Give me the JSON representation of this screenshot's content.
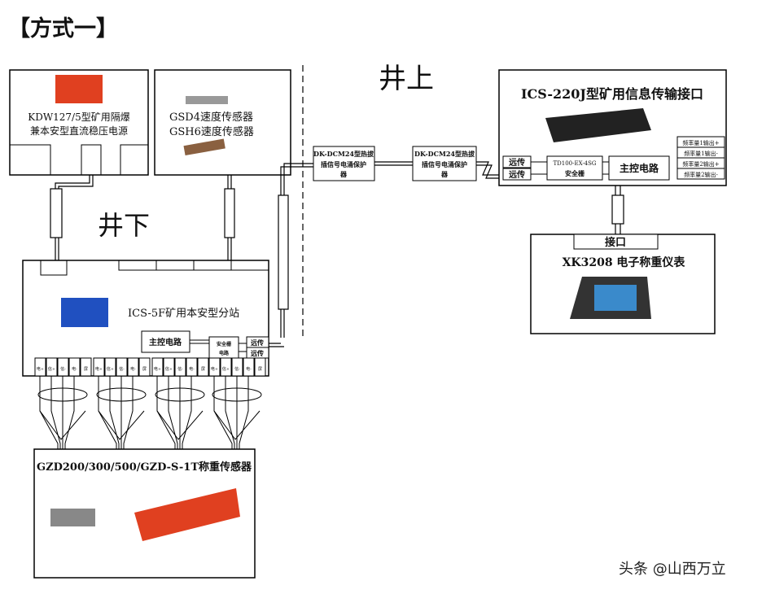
{
  "title": "【方式一】",
  "zones": {
    "above": "井上",
    "below": "井下"
  },
  "power_supply": {
    "line1": "KDW127/5型矿用隔爆",
    "line2": "兼本安型直流稳压电源"
  },
  "speed_sensor": {
    "line1": "GSD4速度传感器",
    "line2": "GSH6速度传感器"
  },
  "protector": {
    "line1": "DK-DCM24型热拔",
    "line2": "插信号电涌保护",
    "line3": "器"
  },
  "ics220": {
    "title": "ICS-220J型矿用信息传输接口",
    "remote": "远传",
    "barrier": "TD100-EX-4SG",
    "barrier2": "安全栅",
    "main": "主控电路",
    "outputs": [
      "频率量1输出+",
      "频率量1输出-",
      "频率量2输出+",
      "频率量2输出-"
    ]
  },
  "xk3208": {
    "port": "接口",
    "title": "XK3208 电子称重仪表"
  },
  "substation": {
    "title": "ICS-5F矿用本安型分站",
    "main": "主控电路",
    "barrier1": "安全栅",
    "barrier2": "电路",
    "remote": "远传",
    "terminals": [
      "电+",
      "信+",
      "信-",
      "电-",
      "屏"
    ]
  },
  "load_cell": {
    "title": "GZD200/300/500/GZD-S-1T称重传感器"
  },
  "watermark": "头条 @山西万立",
  "colors": {
    "device_red": "#e04020",
    "device_blue": "#2050c0"
  }
}
